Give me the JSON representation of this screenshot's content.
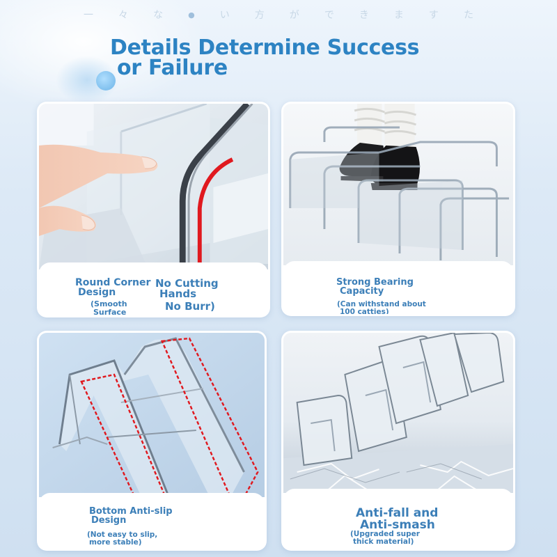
{
  "header": {
    "japanese_line": [
      "一",
      "々",
      "な",
      "●",
      "い",
      "方",
      "が",
      "で",
      "き",
      "ま",
      "す",
      "た"
    ],
    "title_line1": "Details Determine Success",
    "title_line2": "or Failure"
  },
  "cards": {
    "top_left": {
      "feature1_line1": "Round Corner",
      "feature1_line2": "Design",
      "feature1_sub_line1": "(Smooth",
      "feature1_sub_line2": "Surface",
      "feature2_line1": "No Cutting",
      "feature2_line2": "Hands",
      "feature2_line3": "No Burr)"
    },
    "top_right": {
      "label_line1": "Strong Bearing",
      "label_line2": "Capacity",
      "sub_line1": "(Can withstand about",
      "sub_line2": "100 catties)"
    },
    "bottom_left": {
      "label_line1": "Bottom Anti-slip",
      "label_line2": "Design",
      "sub_line1": "(Not easy to slip,",
      "sub_line2": "more stable)"
    },
    "bottom_right": {
      "label_line1": "Anti-fall and",
      "label_line2": "Anti-smash",
      "sub_line1": "(Upgraded super",
      "sub_line2": "thick material)"
    }
  },
  "colors": {
    "title": "#2d83c3",
    "label": "#3c7fb8",
    "highlight_red": "#e0191f"
  }
}
